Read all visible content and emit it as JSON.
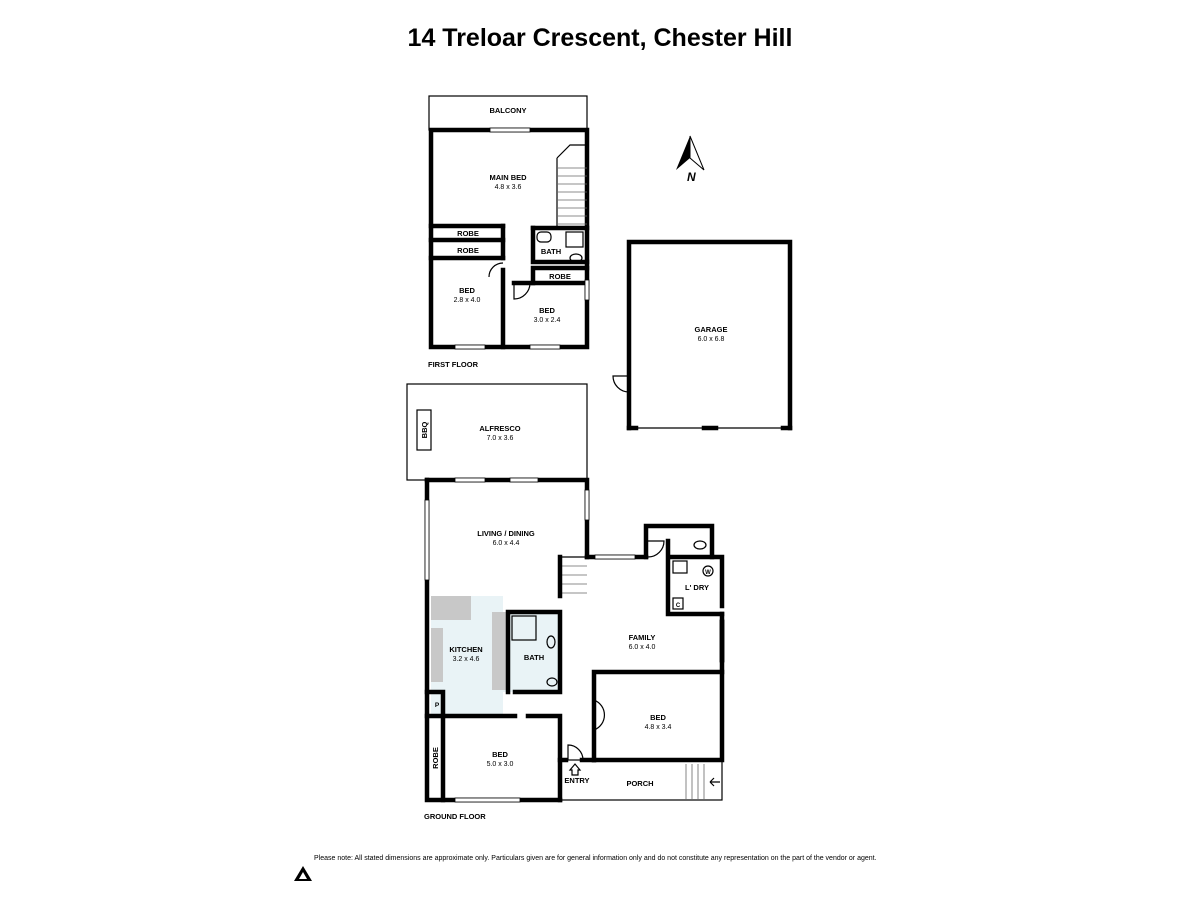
{
  "title": "14 Treloar Crescent, Chester Hill",
  "floors": {
    "first": "FIRST FLOOR",
    "ground": "GROUND FLOOR"
  },
  "rooms": {
    "balcony": {
      "name": "BALCONY"
    },
    "main_bed": {
      "name": "MAIN BED",
      "dims": "4.8 x 3.6"
    },
    "robe_1": {
      "name": "ROBE"
    },
    "robe_2": {
      "name": "ROBE"
    },
    "robe_3": {
      "name": "ROBE"
    },
    "bath_upper": {
      "name": "BATH"
    },
    "bed_upper_left": {
      "name": "BED",
      "dims": "2.8 x 4.0"
    },
    "bed_upper_right": {
      "name": "BED",
      "dims": "3.0 x 2.4"
    },
    "garage": {
      "name": "GARAGE",
      "dims": "6.0 x 6.8"
    },
    "alfresco": {
      "name": "ALFRESCO",
      "dims": "7.0 x 3.6"
    },
    "bbq": {
      "name": "BBQ"
    },
    "living_dining": {
      "name": "LIVING / DINING",
      "dims": "6.0 x 4.4"
    },
    "kitchen": {
      "name": "KITCHEN",
      "dims": "3.2 x 4.6"
    },
    "bath_ground": {
      "name": "BATH"
    },
    "laundry": {
      "name": "L' DRY"
    },
    "family": {
      "name": "FAMILY",
      "dims": "6.0 x 4.0"
    },
    "bed_ground_right": {
      "name": "BED",
      "dims": "4.8 x 3.4"
    },
    "bed_ground_left": {
      "name": "BED",
      "dims": "5.0 x 3.0"
    },
    "robe_ground": {
      "name": "ROBE"
    },
    "pantry": {
      "name": "P"
    },
    "entry": {
      "name": "ENTRY"
    },
    "porch": {
      "name": "PORCH"
    },
    "cupboard": {
      "name": "C"
    },
    "washer": {
      "name": "W"
    }
  },
  "compass": {
    "label": "N"
  },
  "disclaimer": "Please note: All stated dimensions are approximate only. Particulars given are for general information only and do not constitute any representation on the part of the vendor or agent."
}
